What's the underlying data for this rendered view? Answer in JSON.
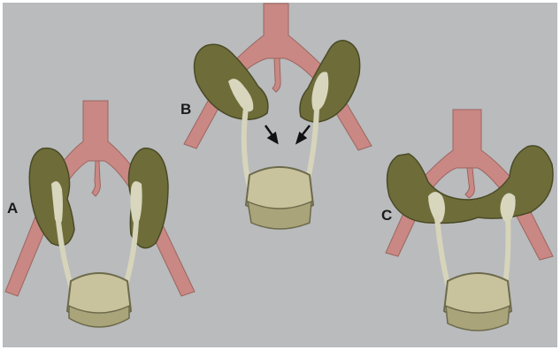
{
  "figure": {
    "panels": [
      {
        "id": "A",
        "label": "A"
      },
      {
        "id": "B",
        "label": "B"
      },
      {
        "id": "C",
        "label": "C"
      }
    ],
    "colors": {
      "background": "#b9bbbd",
      "border": "#ffffff",
      "kidney": "#6e6d3a",
      "kidney_dark": "#4a4a26",
      "pelvis": "#d8d6bd",
      "ureter": "#d6d4ba",
      "artery": "#c98883",
      "artery_dark": "#9c6560",
      "bladder": "#c8c39c",
      "bladder_outline": "#6d6a4c",
      "arrow": "#111111",
      "label": "#1a1a1a"
    }
  }
}
